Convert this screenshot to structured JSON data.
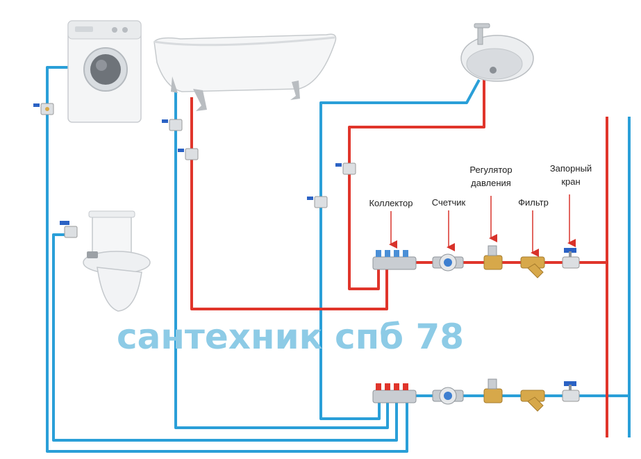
{
  "labels": {
    "collector": "Коллектор",
    "meter": "Счетчик",
    "regulator_line1": "Регулятор",
    "regulator_line2": "давления",
    "filter": "Фильтр",
    "valve_line1": "Запорный",
    "valve_line2": "кран"
  },
  "watermark": "сантехник спб 78",
  "fixtures": [
    "washing-machine",
    "bathtub",
    "sink",
    "toilet"
  ],
  "colors": {
    "hot_pipe": "#e0352b",
    "cold_pipe": "#2a9fd8",
    "arrow": "#d8322a",
    "watermark": "#8dcbe6",
    "valve_handle": "#2b62c4",
    "brass": "#d7a84a"
  }
}
